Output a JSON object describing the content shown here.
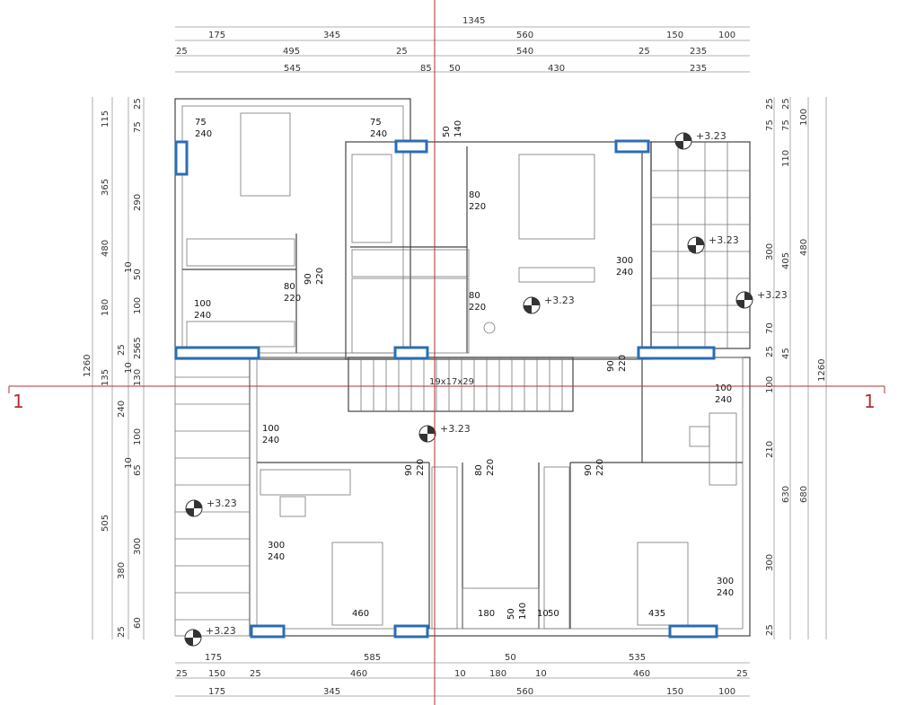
{
  "section": {
    "marker": "1"
  },
  "stair": {
    "label": "19x17x29"
  },
  "level": {
    "value": "+3.23"
  },
  "dims": {
    "top_total": "1345",
    "top_row1": [
      "175",
      "345",
      "560",
      "150",
      "100"
    ],
    "top_row2": [
      "25",
      "495",
      "25",
      "540",
      "25",
      "235"
    ],
    "top_row3": [
      "545",
      "85",
      "50",
      "430",
      "235"
    ],
    "bottom_row1": [
      "175",
      "585",
      "50",
      "535"
    ],
    "bottom_row2": [
      "25",
      "150",
      "25",
      "460",
      "10",
      "180",
      "10",
      "460",
      "25"
    ],
    "bottom_row3": [
      "175",
      "345",
      "560",
      "150",
      "100"
    ],
    "left_outer": "1260",
    "left_mid": [
      "115",
      "365",
      "480",
      "180",
      "135",
      "240",
      "505"
    ],
    "left_inner": [
      "25",
      "75",
      "290",
      "50",
      "100",
      "65",
      "25",
      "130",
      "100",
      "65",
      "380",
      "60"
    ],
    "left_small": [
      "10",
      "10",
      "10"
    ],
    "left_inner2": [
      "25",
      "25",
      "300"
    ],
    "right_outer": "1260",
    "right_mid": [
      "100",
      "480",
      "680"
    ],
    "right_inner": [
      "25",
      "75",
      "110",
      "405",
      "45",
      "630"
    ],
    "right_inner2": [
      "25",
      "75",
      "300",
      "70",
      "25",
      "100",
      "210",
      "300",
      "25"
    ],
    "wall_lengths": [
      "460",
      "435"
    ]
  },
  "labels": [
    {
      "w": "75",
      "h": "240"
    },
    {
      "w": "75",
      "h": "240"
    },
    {
      "w": "50",
      "h": "140"
    },
    {
      "w": "80",
      "h": "220"
    },
    {
      "w": "90",
      "h": "220"
    },
    {
      "w": "80",
      "h": "220"
    },
    {
      "w": "100",
      "h": "240"
    },
    {
      "w": "80",
      "h": "220"
    },
    {
      "w": "300",
      "h": "240"
    },
    {
      "w": "90",
      "h": "220"
    },
    {
      "w": "100",
      "h": "240"
    },
    {
      "w": "100",
      "h": "240"
    },
    {
      "w": "90",
      "h": "220"
    },
    {
      "w": "80",
      "h": "220"
    },
    {
      "w": "90",
      "h": "220"
    },
    {
      "w": "300",
      "h": "240"
    },
    {
      "w": "300",
      "h": "240"
    },
    {
      "w": "50",
      "h": "140"
    },
    {
      "w": "10",
      "h": "50"
    }
  ],
  "bottom_small": [
    "180"
  ]
}
